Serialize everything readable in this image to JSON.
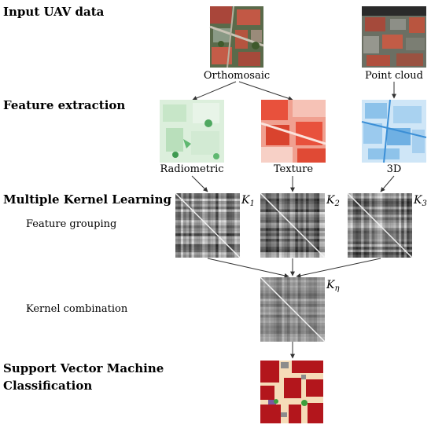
{
  "sections": {
    "input": "Input UAV data",
    "feature_extraction": "Feature extraction",
    "mkl": "Multiple Kernel Learning",
    "feature_grouping": "Feature grouping",
    "kernel_combination": "Kernel combination",
    "svm_line1": "Support Vector Machine",
    "svm_line2": "Classification"
  },
  "inputs": {
    "orthomosaic": "Orthomosaic",
    "point_cloud": "Point cloud"
  },
  "features": {
    "radiometric": "Radiometric",
    "texture": "Texture",
    "threed": "3D"
  },
  "kernels": {
    "k1": {
      "base": "K",
      "sub": "1"
    },
    "k2": {
      "base": "K",
      "sub": "2"
    },
    "k3": {
      "base": "K",
      "sub": "3"
    },
    "keta": {
      "base": "K",
      "sub": "η"
    }
  },
  "colors": {
    "radiometric": "#5fb870",
    "texture": "#e8513c",
    "threed": "#3b8fd6",
    "classification_red": "#b3161c",
    "classification_beige": "#f5dcb8"
  }
}
